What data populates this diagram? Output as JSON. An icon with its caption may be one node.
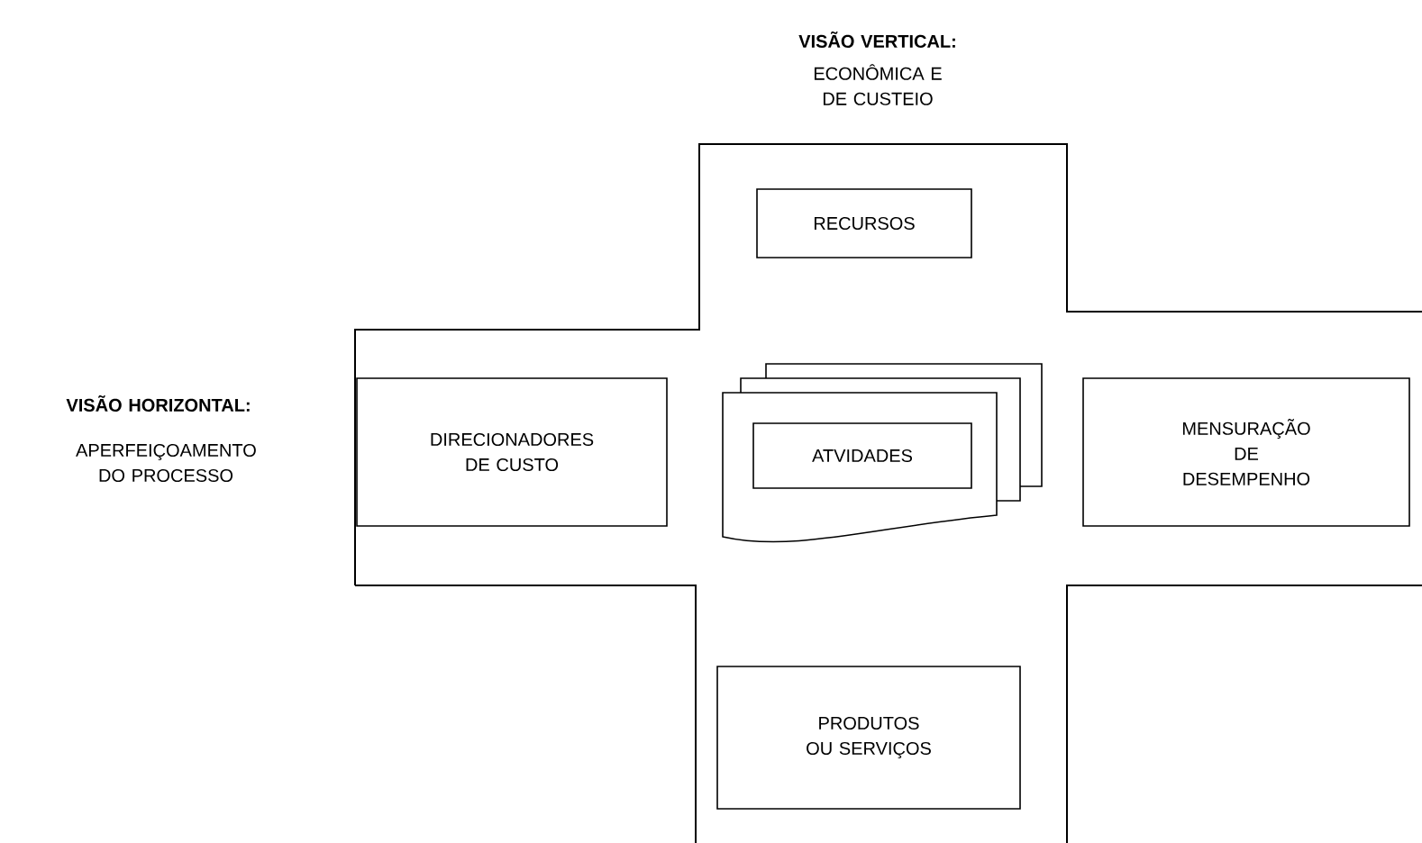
{
  "diagram": {
    "nodes": [
      {
        "text": [
          "RECURSOS"
        ]
      },
      {
        "text": [
          "DIRECIONADORES DE CUSTO"
        ]
      },
      {
        "text": [],
        "shape": "document"
      },
      {
        "text": [
          "ATVIDADES"
        ],
        "in": 2
      },
      {
        "text": [
          "MENSURAÇÃO DE DESEMPENHO"
        ]
      },
      {
        "text": [
          "PRODUTOS OU SERVIÇOS"
        ]
      }
    ],
    "labels": [
      "VISÃO VERTICAL:",
      "ECONÔMICA E DE CUSTEIO",
      "VISÃO HORIZONTAL:",
      "APERFEIÇOAMENTO DO PROCESSO"
    ]
  }
}
